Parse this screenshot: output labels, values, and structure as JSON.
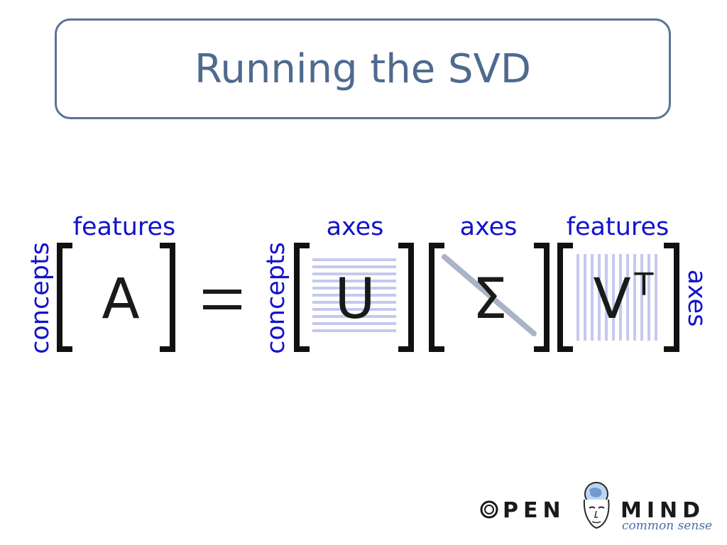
{
  "slide": {
    "title": "Running the SVD"
  },
  "equation": {
    "matrix_a": {
      "symbol": "A",
      "top_label": "features",
      "side_label": "concepts"
    },
    "equals": "=",
    "matrix_u": {
      "symbol": "U",
      "top_label": "axes",
      "side_label": "concepts"
    },
    "matrix_sigma": {
      "symbol": "Σ",
      "top_label": "axes"
    },
    "matrix_vt": {
      "symbol": "V",
      "superscript": "T",
      "top_label": "features",
      "side_label": "axes"
    }
  },
  "logo": {
    "word1": "PEN",
    "word2": "MIND",
    "tagline": "common sense"
  },
  "colors": {
    "title": "#4f6a8f",
    "title_border": "#5a7494",
    "labels": "#1212cc",
    "bracket": "#111111",
    "matrix_lines": "#c5c9ee",
    "sigma_diag": "#aab4c6"
  }
}
